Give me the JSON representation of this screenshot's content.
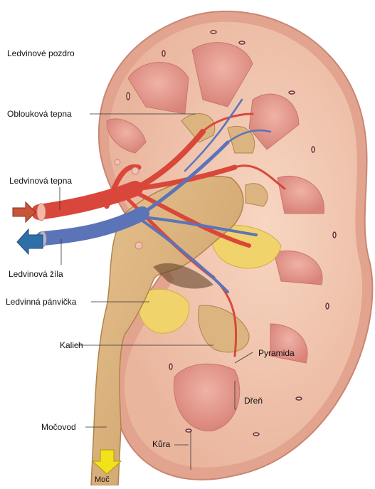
{
  "labels": {
    "ledvinove_pozdro": "Ledvinové pozdro",
    "obloukova_tepna": "Oblouková tepna",
    "ledvinova_tepna": "Ledvinová tepna",
    "ledvinova_zila": "Ledvinová žíla",
    "ledvinna_panvicka": "Ledvinná pánvička",
    "kalich": "Kalich",
    "pyramida": "Pyramida",
    "dren": "Dřeň",
    "kura": "Kůra",
    "mocovod": "Močovod",
    "moc": "Moč"
  },
  "colors": {
    "capsule": "#e8b9a8",
    "cortex": "#f3c9b3",
    "pyramid": "#e89c93",
    "pelvis": "#d9b27f",
    "fat": "#f0d46a",
    "artery": "#d9473a",
    "vein": "#5b74b8",
    "arrow_in": "#c8553a",
    "arrow_out": "#2f6fa8",
    "urine_arrow": "#f2e21c"
  }
}
